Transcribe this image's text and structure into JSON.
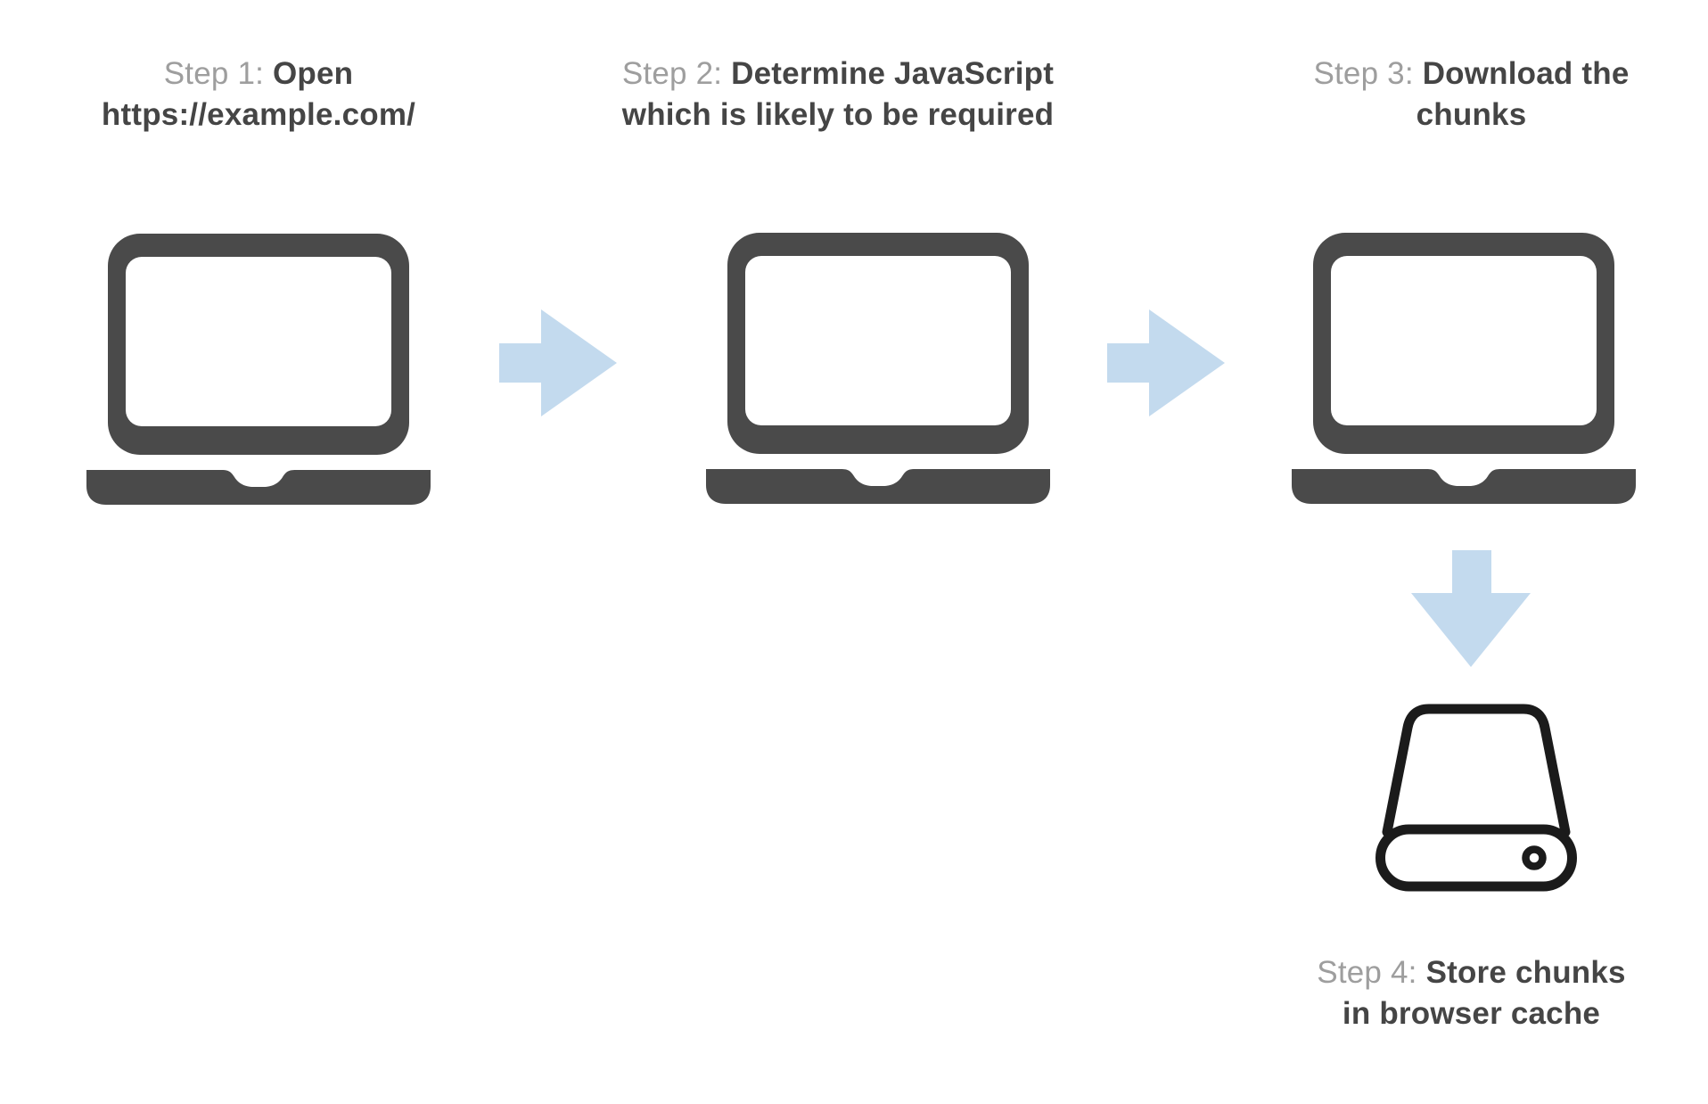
{
  "diagram": {
    "description_visible": false,
    "steps": [
      {
        "prefix": "Step 1:",
        "bold_line1": "Open",
        "bold_line2": "https://example.com/",
        "icon": "laptop-icon"
      },
      {
        "prefix": "Step 2:",
        "bold_line1": "Determine JavaScript",
        "bold_line2": "which is likely to be required",
        "icon": "laptop-icon"
      },
      {
        "prefix": "Step 3:",
        "bold_line1": "Download the",
        "bold_line2": "chunks",
        "icon": "laptop-icon"
      },
      {
        "prefix": "Step 4:",
        "bold_line1": "Store chunks",
        "bold_line2": "in browser cache",
        "icon": "hard-drive-icon"
      }
    ],
    "arrows": [
      {
        "name": "arrow-right-icon",
        "from": "step-1",
        "to": "step-2"
      },
      {
        "name": "arrow-right-icon",
        "from": "step-2",
        "to": "step-3"
      },
      {
        "name": "arrow-down-icon",
        "from": "step-3",
        "to": "step-4"
      }
    ]
  },
  "theme": {
    "laptop_color": "#4a4a4a",
    "arrow_color": "#c3daee",
    "drive_color": "#1b1b1b",
    "prefix_color": "#9e9e9e",
    "text_color": "#454545",
    "background": "#ffffff"
  }
}
